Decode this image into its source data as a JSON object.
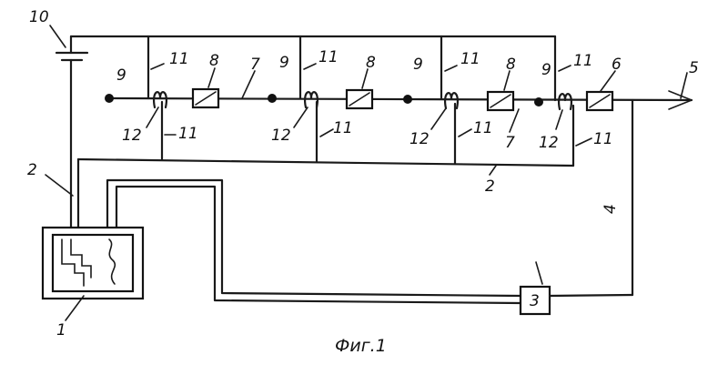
{
  "caption": "Фиг.1",
  "labels": {
    "l1": "1",
    "l2a": "2",
    "l2b": "2",
    "l3": "3",
    "l4": "4",
    "l5": "5",
    "l6": "6",
    "l7a": "7",
    "l7b": "7",
    "l8a": "8",
    "l8b": "8",
    "l8c": "8",
    "l9a": "9",
    "l9b": "9",
    "l9c": "9",
    "l9d": "9",
    "l10": "10",
    "l11a": "11",
    "l11b": "11",
    "l11c": "11",
    "l11d": "11",
    "l11e": "11",
    "l11f": "11",
    "l11g": "11",
    "l11h": "11",
    "l12a": "12",
    "l12b": "12",
    "l12c": "12",
    "l12d": "12"
  }
}
